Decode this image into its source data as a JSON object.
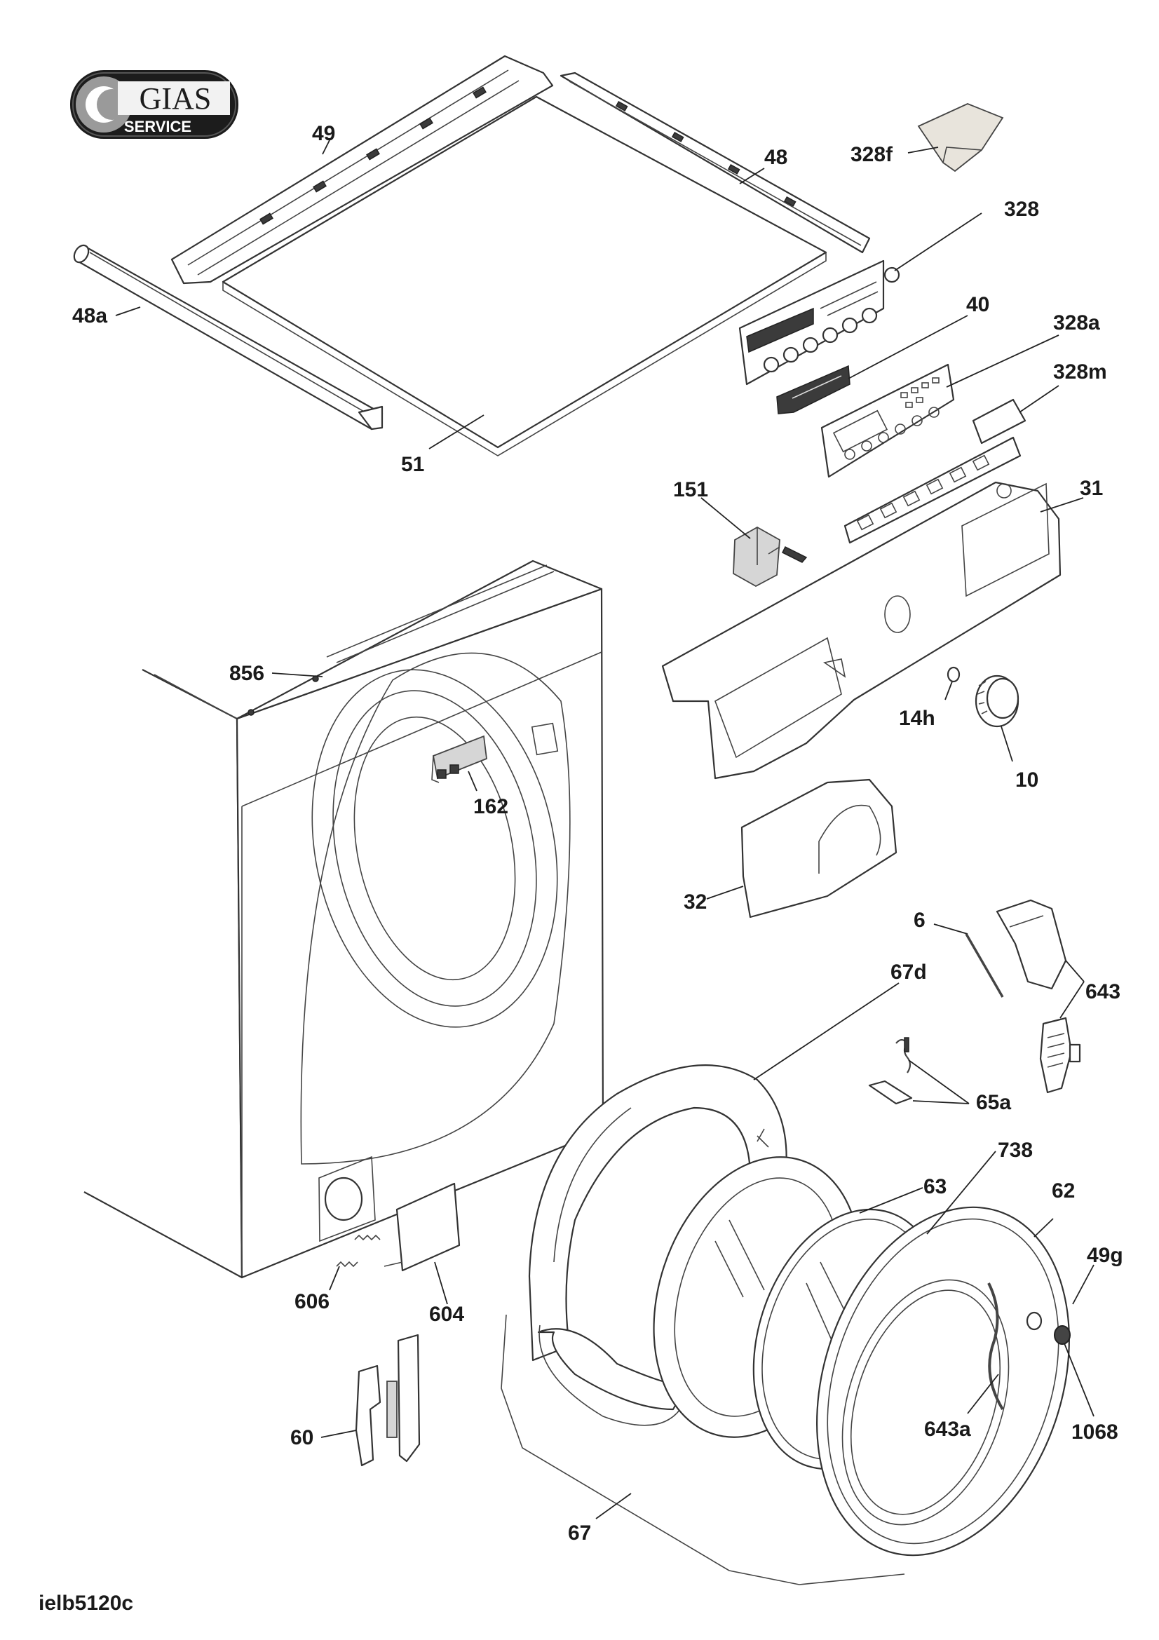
{
  "brand": {
    "name": "GIAS",
    "sub": "SERVICE",
    "colors": {
      "badge_bg": "#1c1c1c",
      "badge_text": "#ffffff",
      "logo_disc": "#9a9a9a"
    }
  },
  "model_code": "ielb5120c",
  "parts": [
    {
      "id": "49",
      "label": "49"
    },
    {
      "id": "48",
      "label": "48"
    },
    {
      "id": "48a",
      "label": "48a"
    },
    {
      "id": "51",
      "label": "51"
    },
    {
      "id": "328f",
      "label": "328f"
    },
    {
      "id": "328",
      "label": "328"
    },
    {
      "id": "40",
      "label": "40"
    },
    {
      "id": "328a",
      "label": "328a"
    },
    {
      "id": "328m",
      "label": "328m"
    },
    {
      "id": "151",
      "label": "151"
    },
    {
      "id": "31",
      "label": "31"
    },
    {
      "id": "856",
      "label": "856"
    },
    {
      "id": "14h",
      "label": "14h"
    },
    {
      "id": "10",
      "label": "10"
    },
    {
      "id": "162",
      "label": "162"
    },
    {
      "id": "32",
      "label": "32"
    },
    {
      "id": "6",
      "label": "6"
    },
    {
      "id": "67d",
      "label": "67d"
    },
    {
      "id": "643",
      "label": "643"
    },
    {
      "id": "65a",
      "label": "65a"
    },
    {
      "id": "738",
      "label": "738"
    },
    {
      "id": "63",
      "label": "63"
    },
    {
      "id": "62",
      "label": "62"
    },
    {
      "id": "49g",
      "label": "49g"
    },
    {
      "id": "606",
      "label": "606"
    },
    {
      "id": "604",
      "label": "604"
    },
    {
      "id": "643a",
      "label": "643a"
    },
    {
      "id": "1068",
      "label": "1068"
    },
    {
      "id": "60",
      "label": "60"
    },
    {
      "id": "67",
      "label": "67"
    }
  ]
}
